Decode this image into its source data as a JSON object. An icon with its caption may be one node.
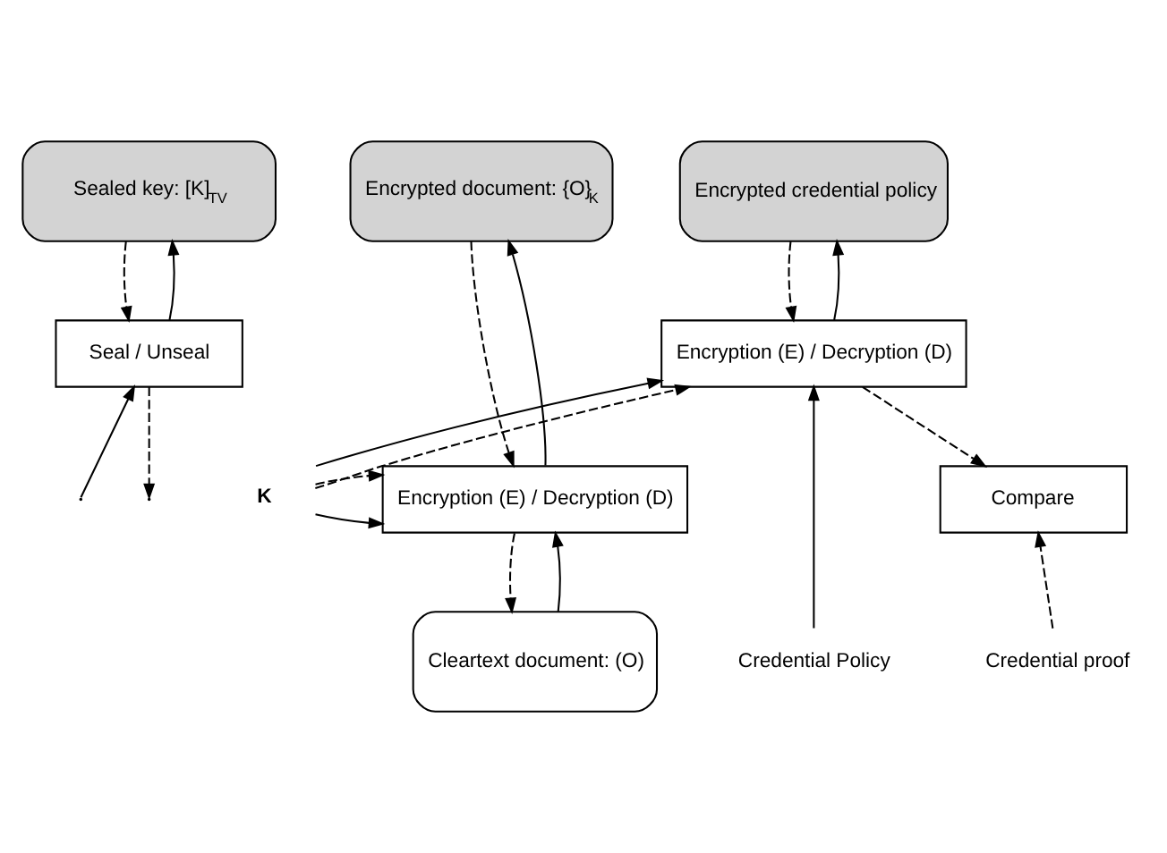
{
  "diagram": {
    "nodes": [
      {
        "text": [
          "Sealed key: [K]$_{TV}$"
        ]
      },
      {
        "text": [
          "Encrypted document: {O}$_{K}$"
        ]
      },
      {
        "text": [
          "Encrypted credential policy"
        ]
      },
      {
        "text": [
          "Seal / Unseal"
        ]
      },
      {
        "text": [
          "Encryption (E) / Decryption (D)"
        ]
      },
      {
        "text": [
          "K"
        ]
      },
      {
        "text": [
          "Encryption (E) / Decryption (D)"
        ]
      },
      {
        "text": [
          "Compare"
        ]
      },
      {
        "text": [
          "Credential Policy"
        ]
      },
      {
        "text": [
          "Credential proof"
        ]
      },
      {
        "text": [
          "Cleartext document: (O)"
        ]
      }
    ],
    "edges": [
      {
        "from": 3,
        "to": 0,
        "arrow": "to"
      },
      {
        "from": 0,
        "to": 3,
        "arrow": "to",
        "style": "dashed"
      },
      {
        "from": null,
        "to": 3,
        "arrow": "to"
      },
      {
        "from": 3,
        "to": null,
        "arrow": "to",
        "style": "dashed"
      },
      {
        "from": 5,
        "to": 4,
        "arrow": "to"
      },
      {
        "from": 5,
        "to": 6,
        "arrow": "to"
      },
      {
        "from": 5,
        "to": 4,
        "arrow": "to",
        "style": "dashed"
      },
      {
        "from": 5,
        "to": 6,
        "arrow": "to",
        "style": "dashed"
      },
      {
        "from": 6,
        "to": 1,
        "arrow": "to"
      },
      {
        "from": 1,
        "to": 6,
        "arrow": "to",
        "style": "dashed"
      },
      {
        "from": 10,
        "to": 6,
        "arrow": "to"
      },
      {
        "from": 6,
        "to": 10,
        "arrow": "to",
        "style": "dashed"
      },
      {
        "from": 4,
        "to": 2,
        "arrow": "to"
      },
      {
        "from": 2,
        "to": 4,
        "arrow": "to",
        "style": "dashed"
      },
      {
        "from": 8,
        "to": 4,
        "arrow": "to"
      },
      {
        "from": 4,
        "to": 7,
        "arrow": "to",
        "style": "dashed"
      },
      {
        "from": 9,
        "to": 7,
        "arrow": "to",
        "style": "dashed"
      }
    ]
  }
}
